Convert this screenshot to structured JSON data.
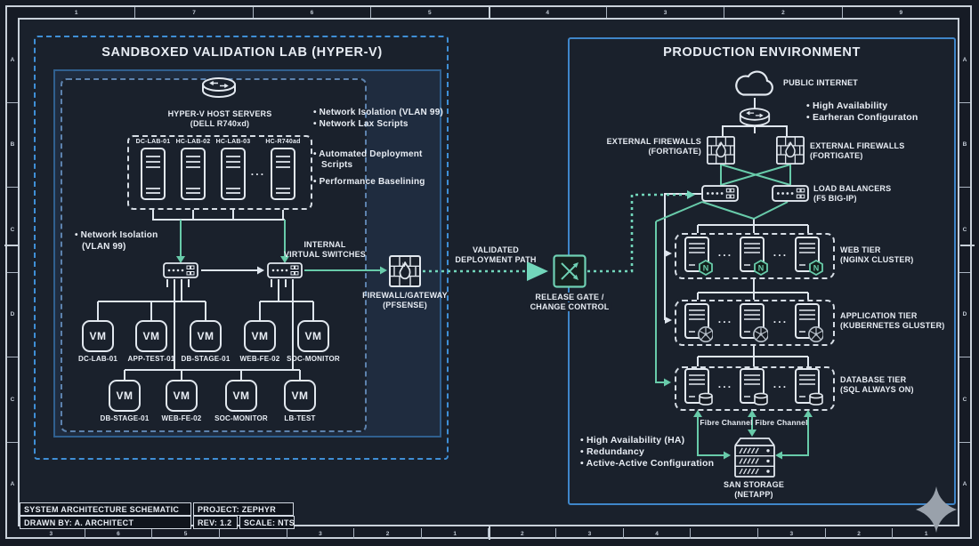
{
  "frame": {
    "top": [
      "1",
      "7",
      "6",
      "5",
      "4",
      "3",
      "2",
      "9"
    ],
    "bottom": [
      "3",
      "6",
      "5",
      "",
      "3",
      "2",
      "1",
      "2",
      "3",
      "4",
      "",
      "3",
      "2",
      "1"
    ],
    "letters": [
      "A",
      "B",
      "C",
      "D",
      "C",
      "A"
    ]
  },
  "title_block": {
    "title": "SYSTEM ARCHITECTURE SCHEMATIC",
    "project": "PROJECT: ZEPHYR",
    "drawn_by": "DRAWN BY: A. ARCHITECT",
    "rev": "REV: 1.2",
    "scale": "SCALE: NTS"
  },
  "lab": {
    "title": "SANDBOXED VALIDATION LAB (HYPER-V)",
    "hosts_caption_1": "HYPER-V HOST SERVERS",
    "hosts_caption_2": "(DELL R740xd)",
    "host_names": [
      "DC-LAB-01",
      "HC-LAB-02",
      "HC-LAB-03",
      "HC-R740ad"
    ],
    "dots": "···",
    "side_notes": [
      "• Network Isolation (VLAN 99)",
      "• Network Lax Scripts",
      "• Automated Deployment",
      "Scripts",
      "• Performance Baselining"
    ],
    "isolation_note_1": "• Network Isolation",
    "isolation_note_2": "(VLAN 99)",
    "switch_caption_1": "INTERNAL",
    "switch_caption_2": "VIRTUAL SWITCHES",
    "vm": "VM",
    "vm_row1": [
      "DC-LAB-01",
      "APP-TEST-01",
      "DB-STAGE-01",
      "WEB-FE-02",
      "SOC-MONITOR"
    ],
    "vm_row2": [
      "DB-STAGE-01",
      "WEB-FE-02",
      "SOC-MONITOR",
      "LB-TEST"
    ],
    "firewall_caption_1": "FIREWALL/GATEWAY",
    "firewall_caption_2": "(PFSENSE)"
  },
  "middle": {
    "path_caption_1": "VALIDATED",
    "path_caption_2": "DEPLOYMENT PATH",
    "gate_caption_1": "RELEASE GATE /",
    "gate_caption_2": "CHANGE CONTROL"
  },
  "prod": {
    "title": "PRODUCTION ENVIRONMENT",
    "internet": "PUBLIC INTERNET",
    "top_notes": [
      "• High Availability",
      "• Earheran Configuraton"
    ],
    "fw_caption_1": "EXTERNAL FIREWALLS",
    "fw_caption_2": "(FORTIGATE)",
    "lb_caption_1": "LOAD BALANCERS",
    "lb_caption_2": "(F5 BIG-IP)",
    "web_caption_1": "WEB TIER",
    "web_caption_2": "(NGINX CLUSTER)",
    "app_caption_1": "APPLICATION TIER",
    "app_caption_2": "(KUBERNETES GLUSTER)",
    "db_caption_1": "DATABASE TIER",
    "db_caption_2": "(SQL ALWAYS ON)",
    "fibre_1": "Fibre Channel",
    "fibre_2": "Fibre Channel",
    "bottom_notes": [
      "• High Availability (HA)",
      "• Redundancy",
      "• Active-Active Configuration"
    ],
    "san_caption_1": "SAN STORAGE",
    "san_caption_2": "(NETAPP)",
    "dots": "···"
  },
  "colors": {
    "teal_accent": "#68cbaa",
    "lab_dashed_blue": "#3f8fd6",
    "prod_border_blue": "#3f86c9",
    "line_white": "#dfe6ee",
    "background": "#1a212c"
  },
  "icons": {
    "router-icon": "network-router-cylinder",
    "cloud-icon": "public-internet-cloud",
    "firewall-icon": "brick-wall-flame",
    "switch-icon": "switch-with-ports",
    "release-gate-icon": "crossed-arrows-gate",
    "tower-server-icon": "rack-tower-server",
    "nginx-badge-icon": "hexagon-letter-n",
    "kubernetes-badge-icon": "ship-wheel",
    "database-badge-icon": "db-cylinder",
    "san-storage-icon": "disk-array",
    "sparkle-icon": "four-point-star"
  }
}
